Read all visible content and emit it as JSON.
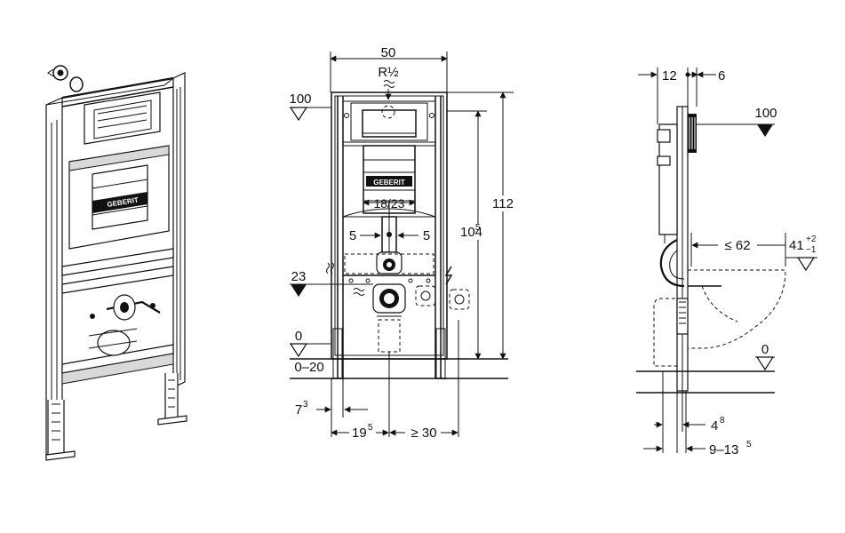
{
  "front": {
    "width": "50",
    "thread": "R½",
    "height_total": "112",
    "height_inner": "104",
    "height_inner_exp": "5",
    "level_top": "100",
    "level_pipe": "23",
    "level_zero": "0",
    "floor_range": "0–20",
    "axis_spacing": "18/23",
    "offset_left": "5",
    "offset_right": "5",
    "foot_dim": "7",
    "foot_dim_exp": "3",
    "bottom_dim": "19",
    "bottom_dim_exp": "5",
    "bottom_min": "≥ 30",
    "brand_label": "GEBERIT"
  },
  "side": {
    "depth_a": "12",
    "depth_b": "6",
    "level_top": "100",
    "bowl_dist": "≤ 62",
    "seat_height": "41",
    "seat_tol_plus": "+2",
    "seat_tol_minus": "−1",
    "level_zero": "0",
    "bottom_a": "4",
    "bottom_a_exp": "8",
    "bottom_b": "9–13",
    "bottom_b_exp": "5"
  },
  "iso": {
    "brand_label": "GEBERIT"
  }
}
